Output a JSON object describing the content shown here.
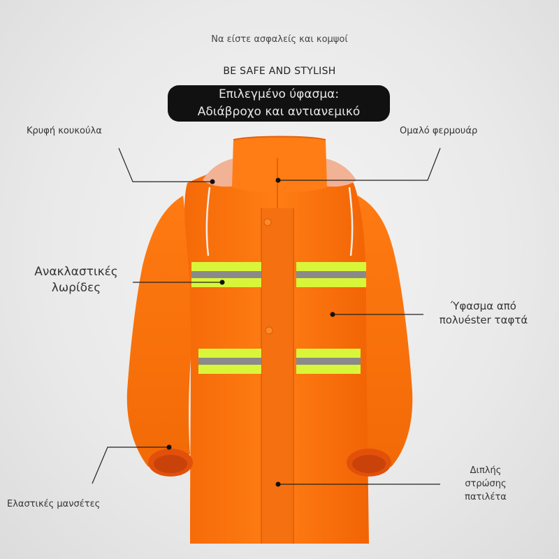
{
  "header": {
    "tagline": "Να είστε ασφαλείς και κομψοί",
    "slogan": "BE SAFE AND STYLISH",
    "fabric_line1": "Επιλεγμένο ύφασμα:",
    "fabric_line2": "Αδιάβροχο και αντιανεμικό"
  },
  "features": {
    "hood": "Κρυφή κουκούλα",
    "zipper": "Ομαλό φερμουάρ",
    "reflective_line1": "Ανακλαστικές",
    "reflective_line2": "λωρίδες",
    "polyester_line1": "Ύφασμα από",
    "polyester_line2": "πολυéster ταφτά",
    "cuffs": "Ελαστικές μανσέτες",
    "lining_line1": "Διπλής",
    "lining_line2": "στρώσης",
    "lining_line3": "πατιλέτα"
  },
  "colors": {
    "jacket_orange": "#ff7a12",
    "reflective_yellow": "#d9f53a",
    "reflective_silver": "#8a8a8a",
    "banner_bg": "#111111"
  }
}
